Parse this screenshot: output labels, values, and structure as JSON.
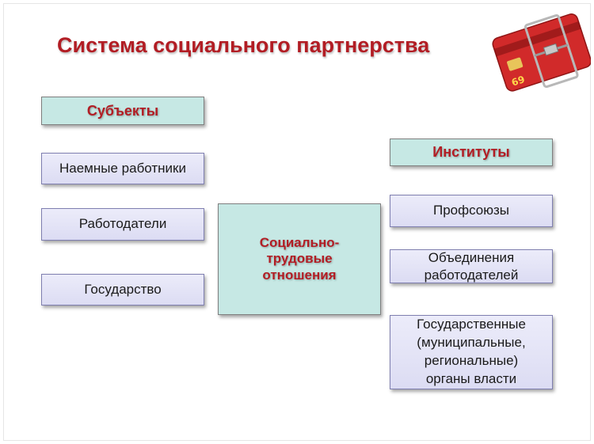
{
  "title": "Система социального партнерства",
  "left": {
    "header": "Субъекты",
    "items": [
      "Наемные работники",
      "Работодатели",
      "Государство"
    ]
  },
  "center": {
    "text": "Социально-\nтрудовые\nотношения"
  },
  "right": {
    "header": "Институты",
    "items": [
      "Профсоюзы",
      "Объединения\nработодателей",
      "Государственные\n(муниципальные,\nрегиональные)\nорганы власти"
    ]
  },
  "colors": {
    "title": "#b21d24",
    "header_fill": "#c6e8e4",
    "item_fill": "#e4e4f7",
    "item_border": "#7f7fb0"
  },
  "icons": [
    "credit-card-mousetrap-icon"
  ]
}
